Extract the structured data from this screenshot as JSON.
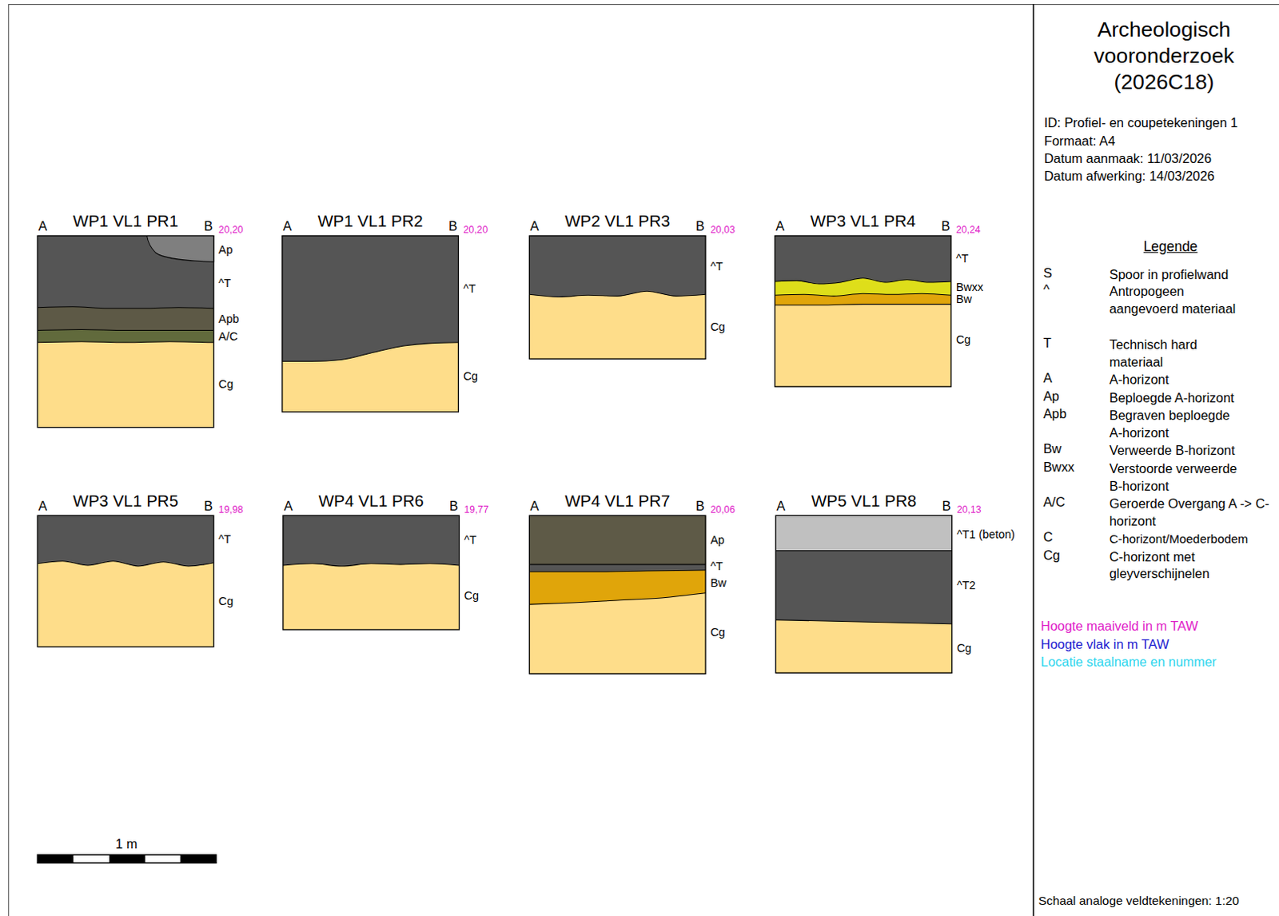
{
  "diagram": {
    "title": "Archeologisch vooronderzoek (2026C18)",
    "nodes": [
      {
        "text": [
          "WP1 VL1 PR1"
        ]
      },
      {
        "text": [
          "WP1 VL1 PR2"
        ]
      },
      {
        "text": [
          "WP2 VL1 PR3"
        ]
      },
      {
        "text": [
          "WP3 VL1 PR4"
        ]
      },
      {
        "text": [
          "WP3 VL1 PR5"
        ]
      },
      {
        "text": [
          "WP4 VL1 PR6"
        ]
      },
      {
        "text": [
          "WP4 VL1 PR7"
        ]
      },
      {
        "text": [
          "WP5 VL1 PR8"
        ]
      }
    ],
    "labels": [
      "A",
      "B",
      "20,20",
      "Ap",
      "^T",
      "Apb",
      "A/C",
      "Cg",
      "A",
      "B",
      "20,20",
      "^T",
      "Cg",
      "A",
      "B",
      "20,03",
      "^T",
      "Cg",
      "A",
      "B",
      "20,24",
      "^T",
      "Bwxx",
      "Bw",
      "Cg",
      "A",
      "B",
      "19,98",
      "^T",
      "Cg",
      "A",
      "B",
      "19,77",
      "^T",
      "Cg",
      "A",
      "B",
      "20,06",
      "Ap",
      "^T",
      "Bw",
      "Cg",
      "A",
      "B",
      "20,13",
      "^T1 (beton)",
      "^T2",
      "Cg",
      "ID: Profiel- en coupetekeningen 1",
      "Formaat: A4",
      "Datum aanmaak: 11/03/2026",
      "Datum afwerking: 14/03/2026",
      "Legende",
      "S",
      "^",
      "T",
      "A",
      "Ap",
      "Apb",
      "Bw",
      "Bwxx",
      "A/C",
      "C",
      "Cg",
      "1 m",
      "Schaal analoge veldtekeningen: 1:20"
    ],
    "legend": [
      {
        "text": "Spoor in profielwand"
      },
      {
        "text": "Antropogeen aangevoerd materiaal"
      },
      {
        "text": "Technisch hard materiaal"
      },
      {
        "text": "A-horizont"
      },
      {
        "text": "Beploegde A-horizont"
      },
      {
        "text": "Begraven beploegde A-horizont"
      },
      {
        "text": "Verweerde B-horizont"
      },
      {
        "text": "Verstoorde verweerde B-horizont"
      },
      {
        "text": "Geroerde Overgang A -> C-horizont"
      },
      {
        "text": "C-horizont/Moederbodem"
      },
      {
        "text": "C-horizont met gleyverschijnelen"
      },
      {
        "text": "Hoogte maaiveld in m TAW",
        "color": "#e020c8"
      },
      {
        "text": "Hoogte vlak in m TAW",
        "color": "#1c1cd0"
      },
      {
        "text": "Locatie staalname en nummer",
        "color": "#30d6ee"
      }
    ]
  }
}
